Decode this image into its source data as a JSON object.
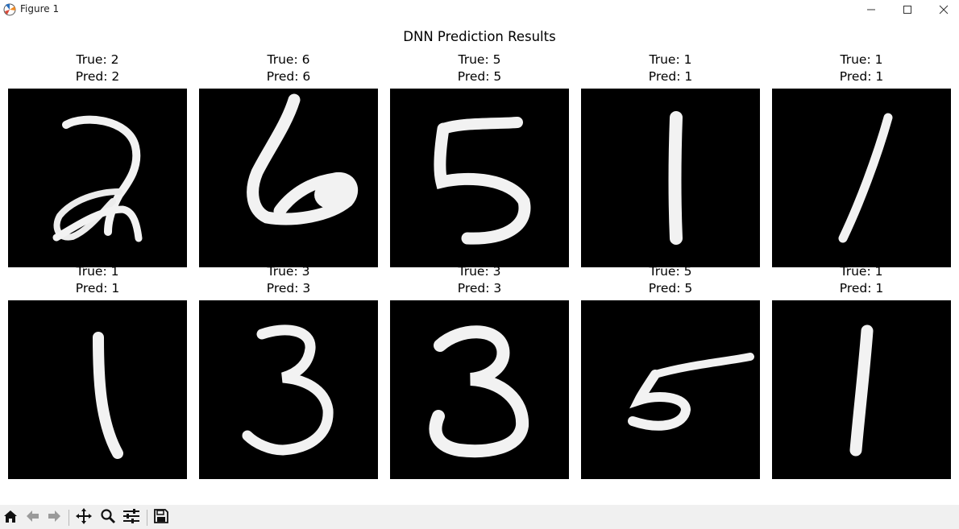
{
  "window": {
    "title": "Figure 1",
    "icon": "matplotlib-icon",
    "controls": [
      "minimize-icon",
      "maximize-icon",
      "close-icon"
    ]
  },
  "figure": {
    "suptitle": "DNN Prediction Results",
    "panels": [
      {
        "true_label": "True: 2",
        "pred_label": "Pred: 2",
        "digit": "2"
      },
      {
        "true_label": "True: 6",
        "pred_label": "Pred: 6",
        "digit": "6"
      },
      {
        "true_label": "True: 5",
        "pred_label": "Pred: 5",
        "digit": "5"
      },
      {
        "true_label": "True: 1",
        "pred_label": "Pred: 1",
        "digit": "1"
      },
      {
        "true_label": "True: 1",
        "pred_label": "Pred: 1",
        "digit": "1"
      },
      {
        "true_label": "True: 1",
        "pred_label": "Pred: 1",
        "digit": "1"
      },
      {
        "true_label": "True: 3",
        "pred_label": "Pred: 3",
        "digit": "3"
      },
      {
        "true_label": "True: 3",
        "pred_label": "Pred: 3",
        "digit": "3"
      },
      {
        "true_label": "True: 5",
        "pred_label": "Pred: 5",
        "digit": "5"
      },
      {
        "true_label": "True: 1",
        "pred_label": "Pred: 1",
        "digit": "1"
      }
    ]
  },
  "toolbar": {
    "buttons": [
      "home-icon",
      "back-icon",
      "forward-icon",
      "pan-icon",
      "zoom-icon",
      "configure-subplots-icon",
      "save-icon"
    ]
  },
  "colors": {
    "image_background": "#000000",
    "stroke": "#f2f2f2",
    "toolbar_background": "#f0f0f0"
  }
}
